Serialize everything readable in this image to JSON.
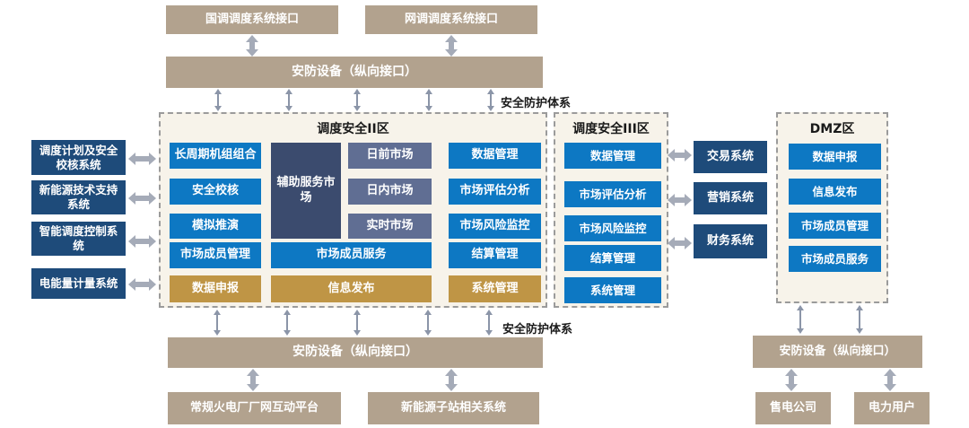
{
  "palette": {
    "tan": "#b2a28e",
    "navy": "#1e4b7a",
    "bright_blue": "#0d78c3",
    "slate_blue": "#606e93",
    "dark_slate": "#3b4b6e",
    "gold": "#bf9545",
    "zone_background": "#f7f3ea",
    "arrow_gray": "#a5abb8"
  },
  "icons": {
    "double_arrow": "double-headed-connector-arrow"
  },
  "top": {
    "interfaces": [
      "国调调度系统接口",
      "网调调度系统接口"
    ],
    "security_device": "安防设备（纵向接口）",
    "security_system_label": "安全防护体系"
  },
  "left_systems": [
    "调度计划及安全校核系统",
    "新能源技术支持系统",
    "智能调度控制系统",
    "电能量计量系统"
  ],
  "zone2": {
    "title": "调度安全II区",
    "items": {
      "long_term_unit": "长周期机组组合",
      "security_check": "安全校核",
      "simulation": "模拟推演",
      "member_mgmt": "市场成员管理",
      "aux_market": "辅助服务市场",
      "day_ahead": "日前市场",
      "intraday": "日内市场",
      "realtime": "实时市场",
      "member_service": "市场成员服务",
      "data_mgmt": "数据管理",
      "eval_analysis": "市场评估分析",
      "risk_monitor": "市场风险监控",
      "settlement": "结算管理",
      "data_report": "数据申报",
      "info_publish": "信息发布",
      "sys_mgmt": "系统管理"
    }
  },
  "zone3": {
    "title": "调度安全III区",
    "items": [
      "数据管理",
      "市场评估分析",
      "市场风险监控",
      "结算管理",
      "系统管理"
    ]
  },
  "external_systems": [
    "交易系统",
    "营销系统",
    "财务系统"
  ],
  "dmz": {
    "title": "DMZ区",
    "items": [
      "数据申报",
      "信息发布",
      "市场成员管理",
      "市场成员服务"
    ]
  },
  "bottom": {
    "security_system_label": "安全防护体系",
    "security_device": "安防设备（纵向接口）",
    "platforms": [
      "常规火电厂厂网互动平台",
      "新能源子站相关系统"
    ]
  },
  "bottom_right": {
    "security_device": "安防设备（纵向接口）",
    "users": [
      "售电公司",
      "电力用户"
    ]
  }
}
